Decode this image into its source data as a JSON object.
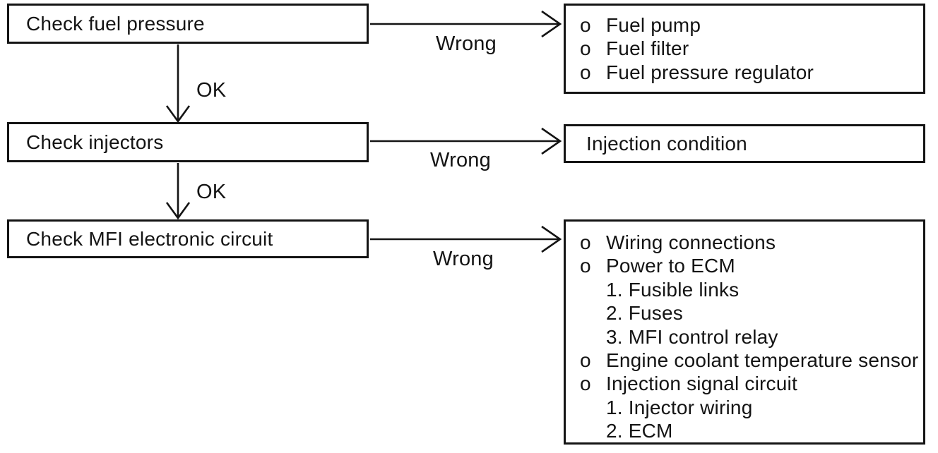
{
  "flow": {
    "steps": [
      {
        "check_label": "Check fuel pressure",
        "ok_label": "OK",
        "wrong_label": "Wrong",
        "result": {
          "items": [
            {
              "marker": "o",
              "text": "Fuel pump"
            },
            {
              "marker": "o",
              "text": "Fuel filter"
            },
            {
              "marker": "o",
              "text": "Fuel pressure regulator"
            }
          ]
        }
      },
      {
        "check_label": "Check injectors",
        "ok_label": "OK",
        "wrong_label": "Wrong",
        "result": {
          "items": [
            {
              "marker": "",
              "text": "Injection condition"
            }
          ]
        }
      },
      {
        "check_label": "Check MFI electronic circuit",
        "wrong_label": "Wrong",
        "result": {
          "items": [
            {
              "marker": "o",
              "text": "Wiring connections"
            },
            {
              "marker": "o",
              "text": "Power to ECM"
            },
            {
              "marker": "",
              "text": "1. Fusible links"
            },
            {
              "marker": "",
              "text": "2. Fuses"
            },
            {
              "marker": "",
              "text": "3. MFI control relay"
            },
            {
              "marker": "o",
              "text": "Engine coolant temperature sensor"
            },
            {
              "marker": "o",
              "text": "Injection signal circuit"
            },
            {
              "marker": "",
              "text": "1. Injector wiring"
            },
            {
              "marker": "",
              "text": "2. ECM"
            }
          ]
        }
      }
    ]
  },
  "colors": {
    "ink": "#141414",
    "paper": "#ffffff"
  }
}
